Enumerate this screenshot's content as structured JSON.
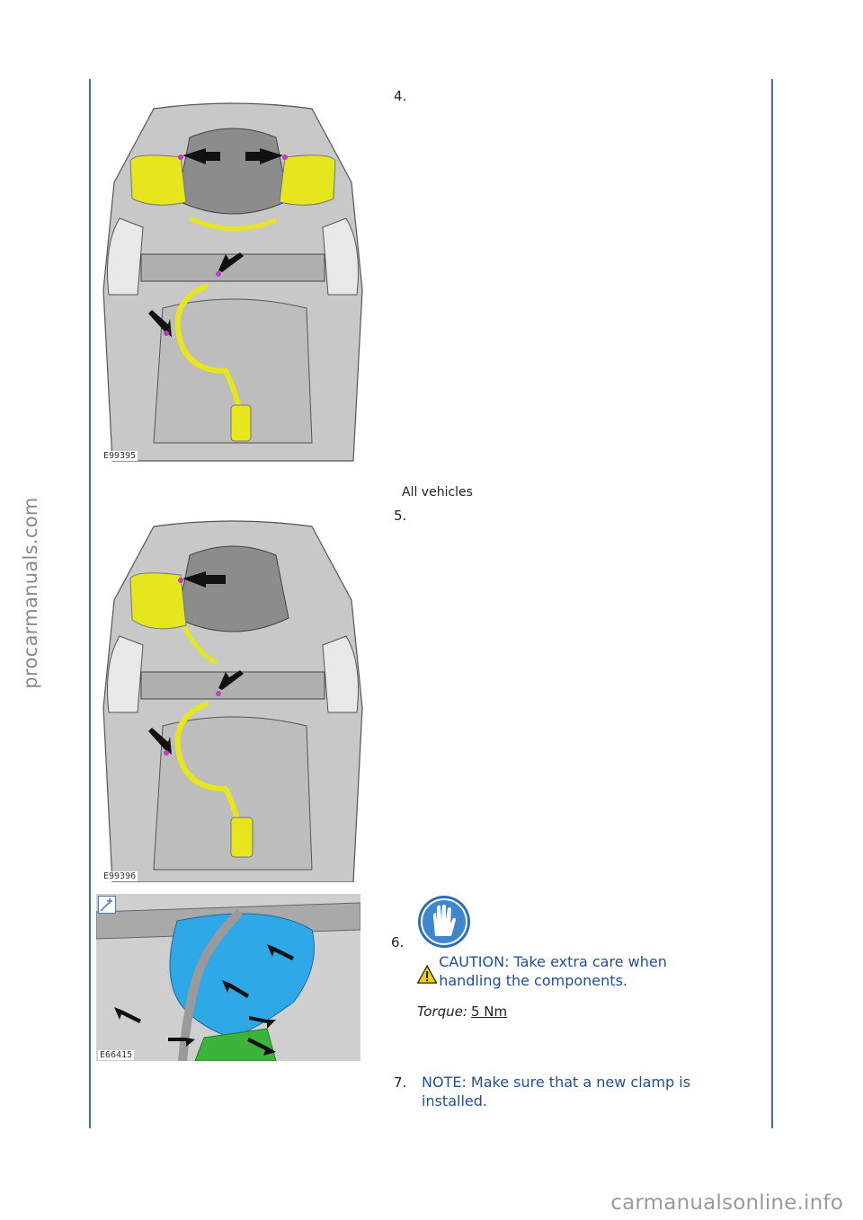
{
  "watermarks": {
    "side": "procarmanuals.com",
    "bottom": "carmanualsonline.info"
  },
  "steps": [
    {
      "number": "4.",
      "figure_code": "E99395"
    },
    {
      "caption": "All vehicles",
      "number": "5.",
      "figure_code": "E99396"
    },
    {
      "number": "6.",
      "figure_code": "E66415",
      "icon": "protective-gloves-icon",
      "caution": "CAUTION: Take extra care when handling the components.",
      "torque_label": "Torque:",
      "torque_value": "5 Nm"
    },
    {
      "number": "7.",
      "note": "NOTE: Make sure that a new clamp is installed."
    }
  ],
  "colors": {
    "rule_blue": "#3f6eb5",
    "text_blue": "#1f4e9c",
    "muffler_yellow": "#e6e61e",
    "heatshield_blue": "#2ea8e6",
    "fastener_magenta": "#c03cc0"
  }
}
